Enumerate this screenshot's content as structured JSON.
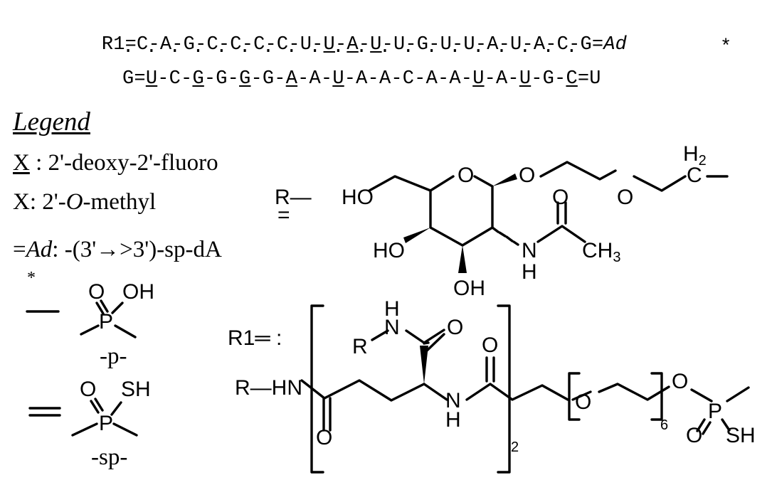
{
  "sequence": {
    "sense_prefix": "R1=",
    "sense": [
      "C",
      "A",
      "G",
      "C",
      "C",
      "C",
      "C",
      "U",
      "U",
      "A",
      "U",
      "U",
      "G",
      "U",
      "U",
      "A",
      "U",
      "A",
      "C",
      "G"
    ],
    "sense_mods": [
      0,
      0,
      0,
      0,
      0,
      0,
      0,
      0,
      1,
      1,
      1,
      0,
      0,
      0,
      0,
      0,
      0,
      0,
      0,
      0
    ],
    "sense_suffix": "Ad",
    "asterisk": "*",
    "antisense": [
      "G",
      "U",
      "C",
      "G",
      "G",
      "G",
      "G",
      "A",
      "A",
      "U",
      "A",
      "A",
      "C",
      "A",
      "A",
      "U",
      "A",
      "U",
      "G",
      "C",
      "U"
    ],
    "antisense_mods": [
      0,
      1,
      0,
      1,
      0,
      1,
      0,
      1,
      0,
      1,
      0,
      0,
      0,
      0,
      0,
      1,
      0,
      1,
      0,
      1,
      0
    ]
  },
  "legend": {
    "title": "Legend",
    "fluoro_symbol": "X",
    "fluoro_text": ": 2'-deoxy-2'-fluoro",
    "methyl_symbol": "X",
    "methyl_prefix": ": 2'-",
    "methyl_italic": "O",
    "methyl_suffix": "-methyl",
    "ad_prefix": "=",
    "ad_symbol": "Ad",
    "ad_text": ": -(3'→>3')-sp-dA",
    "asterisk": "*",
    "p_label": "-p-",
    "sp_label": "-sp-"
  },
  "structures": {
    "r_label": "R—",
    "r_equals": "=",
    "ho": "HO",
    "oh": "OH",
    "o": "O",
    "h2": "H2",
    "c": "C",
    "n": "N",
    "h": "H",
    "ch3": "CH3",
    "sh": "SH",
    "p": "P",
    "r1_label": "R1═ :",
    "r_hn": "R—HN",
    "r": "R",
    "sub2": "2",
    "sub6": "6"
  }
}
